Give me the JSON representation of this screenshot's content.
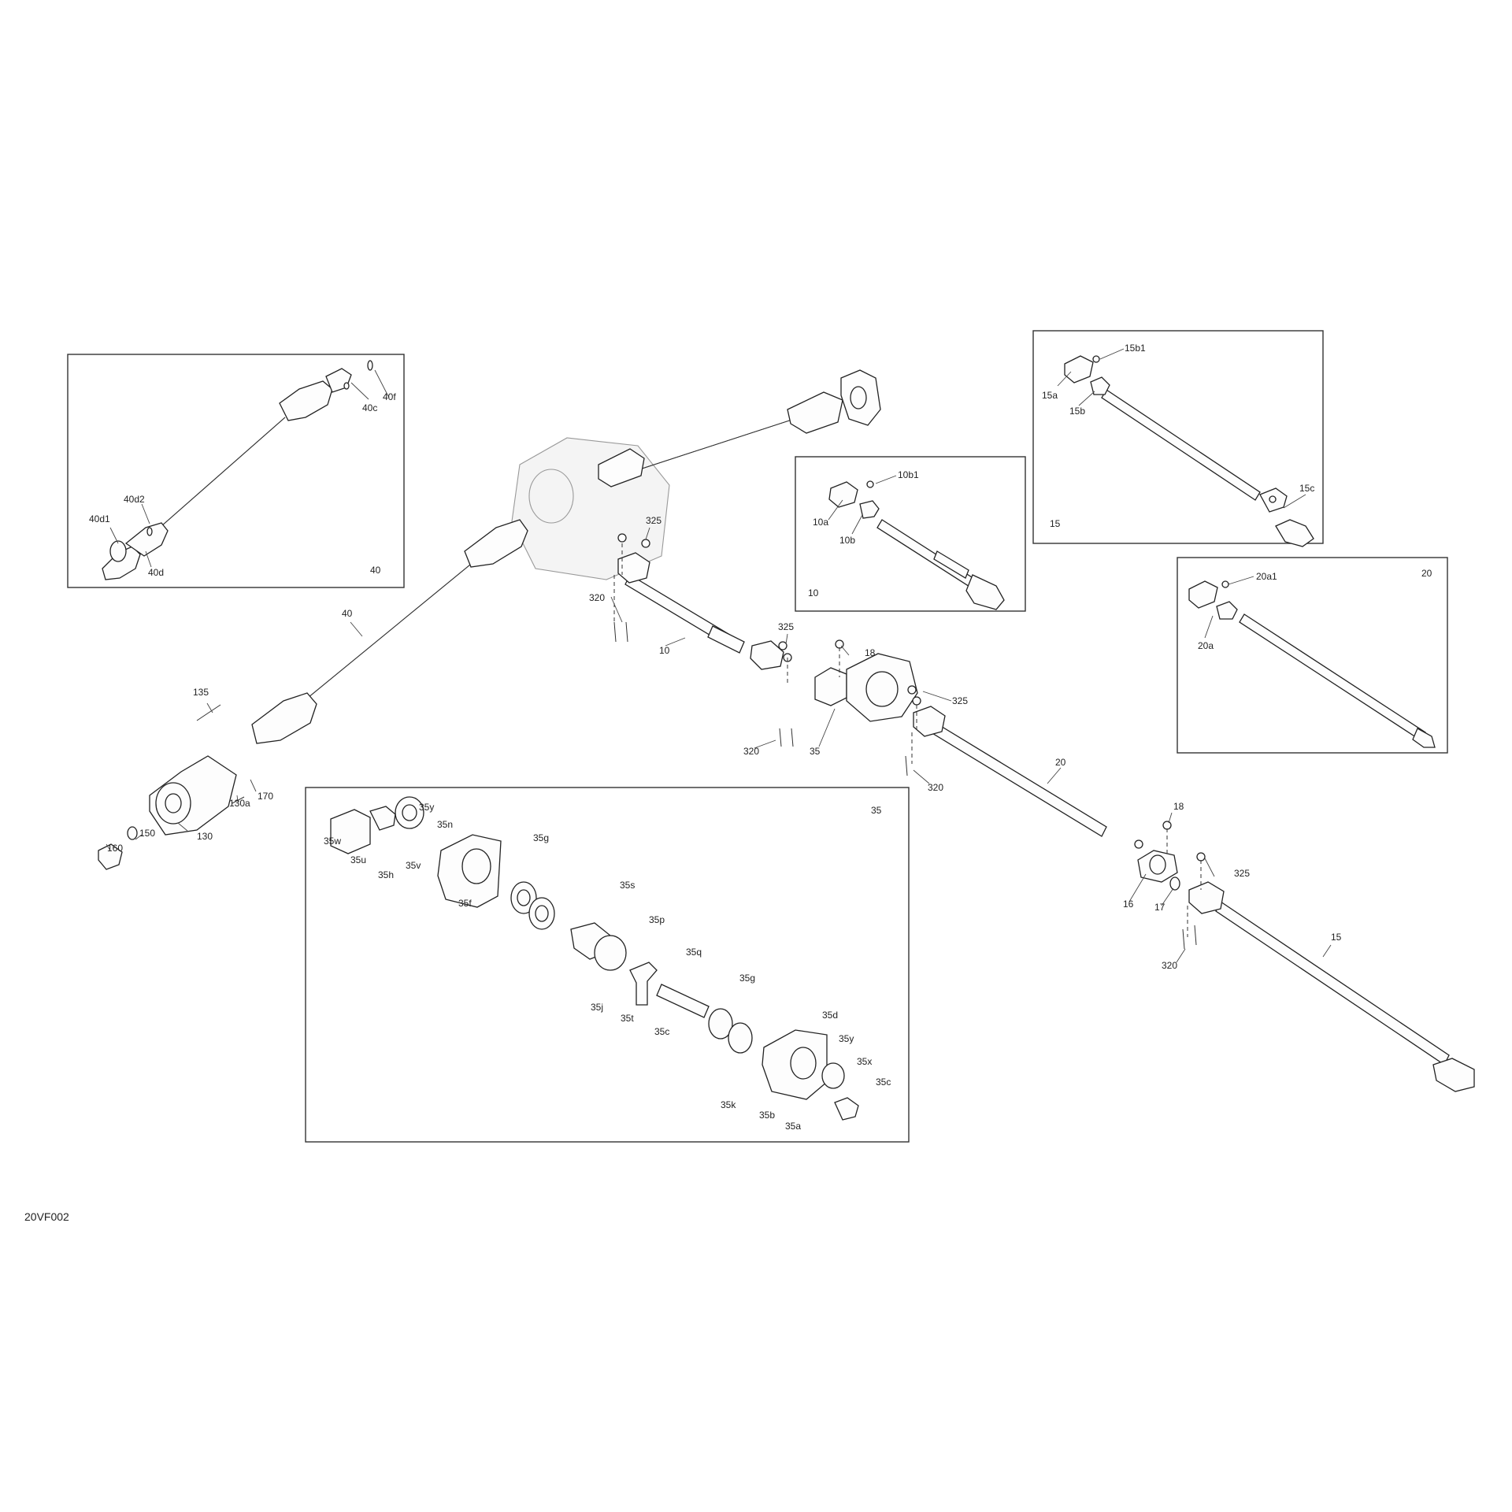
{
  "diagram_code": "20VF002",
  "boxes": [
    {
      "id": "40",
      "label": "40"
    },
    {
      "id": "10",
      "label": "10"
    },
    {
      "id": "15",
      "label": "15"
    },
    {
      "id": "20",
      "label": "20"
    },
    {
      "id": "35",
      "label": "35"
    }
  ],
  "labels": {
    "l_40f": "40f",
    "l_40c": "40c",
    "l_40d2": "40d2",
    "l_40d1": "40d1",
    "l_40d": "40d",
    "l_10b1": "10b1",
    "l_10a": "10a",
    "l_10b": "10b",
    "l_15b1": "15b1",
    "l_15a": "15a",
    "l_15b": "15b",
    "l_15c": "15c",
    "l_20a1": "20a1",
    "l_20a": "20a",
    "l_325a": "325",
    "l_325b": "325",
    "l_325c": "325",
    "l_325d": "325",
    "l_320a": "320",
    "l_320b": "320",
    "l_320c": "320",
    "l_320d": "320",
    "l_10": "10",
    "l_40": "40",
    "l_18a": "18",
    "l_18b": "18",
    "l_35": "35",
    "l_20": "20",
    "l_15": "15",
    "l_16": "16",
    "l_17": "17",
    "l_135": "135",
    "l_170": "170",
    "l_130a": "130a",
    "l_130": "130",
    "l_150": "150",
    "l_160": "160",
    "l_35y1": "35y",
    "l_35n": "35n",
    "l_35w": "35w",
    "l_35u": "35u",
    "l_35h": "35h",
    "l_35v": "35v",
    "l_35f": "35f",
    "l_35g1": "35g",
    "l_35s": "35s",
    "l_35p": "35p",
    "l_35q": "35q",
    "l_35g2": "35g",
    "l_35j": "35j",
    "l_35t": "35t",
    "l_35c1": "35c",
    "l_35d": "35d",
    "l_35y2": "35y",
    "l_35x": "35x",
    "l_35c2": "35c",
    "l_35k": "35k",
    "l_35b": "35b",
    "l_35a": "35a"
  }
}
